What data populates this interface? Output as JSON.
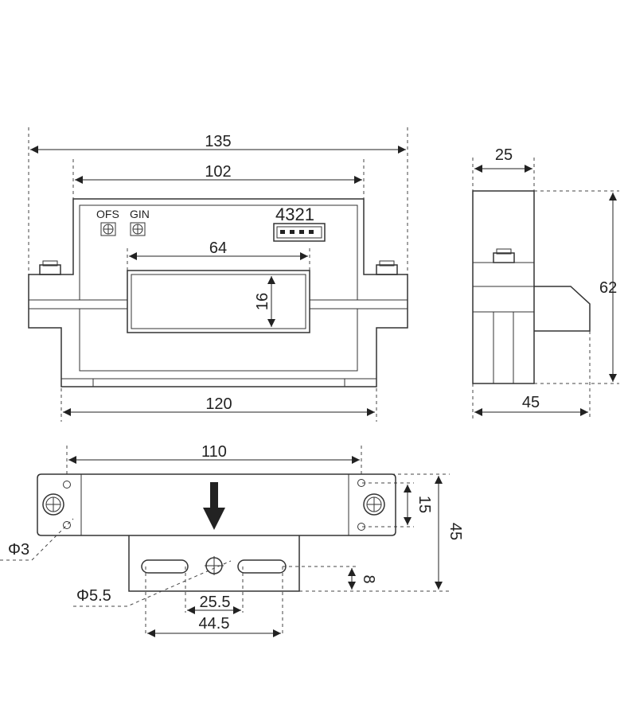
{
  "dimensions": {
    "front_width_overall": "135",
    "front_width_body": "102",
    "front_width_base": "120",
    "aperture_width": "64",
    "aperture_height": "16",
    "side_depth_top": "25",
    "side_height": "62",
    "side_depth_bottom": "45",
    "bottom_hole_spacing": "110",
    "bottom_hole_pitch": "15",
    "bottom_depth": "45",
    "slot_offset": "8",
    "slot_inner": "25.5",
    "slot_outer": "44.5",
    "hole_dia_small": "Φ3",
    "hole_dia_large": "Φ5.5"
  },
  "labels": {
    "ofs": "OFS",
    "gin": "GIN",
    "connector_pins": "4321"
  }
}
